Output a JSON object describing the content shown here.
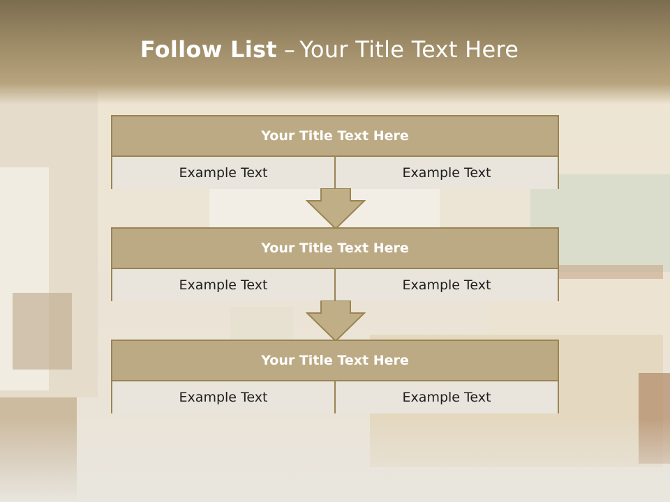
{
  "slide": {
    "title_bold": "Follow List",
    "title_dash": "–",
    "title_rest": "Your Title Text Here"
  },
  "steps": [
    {
      "title": "Your Title Text Here",
      "left": "Example Text",
      "right": "Example Text"
    },
    {
      "title": "Your Title Text Here",
      "left": "Example Text",
      "right": "Example Text"
    },
    {
      "title": "Your Title Text Here",
      "left": "Example Text",
      "right": "Example Text"
    }
  ],
  "colors": {
    "header_band": "#8c7a58",
    "block_fill": "#bcaa84",
    "block_border": "#9a8454",
    "cell_fill": "#e9e4dc",
    "arrow_fill": "#c0ae86"
  }
}
